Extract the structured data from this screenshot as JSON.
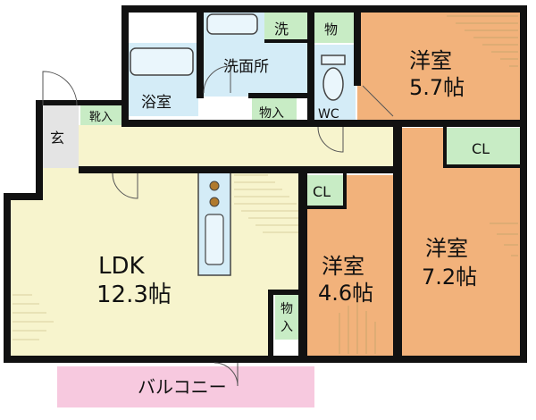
{
  "rooms": {
    "western_a": {
      "name": "洋室",
      "size": "5.7帖"
    },
    "western_b": {
      "name": "洋室",
      "size": "4.6帖"
    },
    "western_c": {
      "name": "洋室",
      "size": "7.2帖"
    },
    "ldk": {
      "name": "LDK",
      "size": "12.3帖"
    },
    "bath": {
      "name": "浴室"
    },
    "washroom": {
      "name": "洗面所"
    },
    "wc": {
      "name": "WC"
    },
    "entrance": {
      "name": "玄"
    },
    "balcony": {
      "name": "バルコニー"
    }
  },
  "storage": {
    "washer": "洗",
    "storage_top": "物",
    "storage_corridor": "物入",
    "storage_ldk": "物入",
    "shoe_storage": "靴入",
    "closet_a": "CL",
    "closet_b": "CL"
  },
  "colors": {
    "western_room": "#f2b27b",
    "ldk": "#f7f4cd",
    "corridor": "#f7f4cd",
    "washroom": "#d4ecf7",
    "closet": "#c8ecc5",
    "balcony": "#f7c9df",
    "entrance": "#e4e4e4",
    "wall": "#111111"
  }
}
